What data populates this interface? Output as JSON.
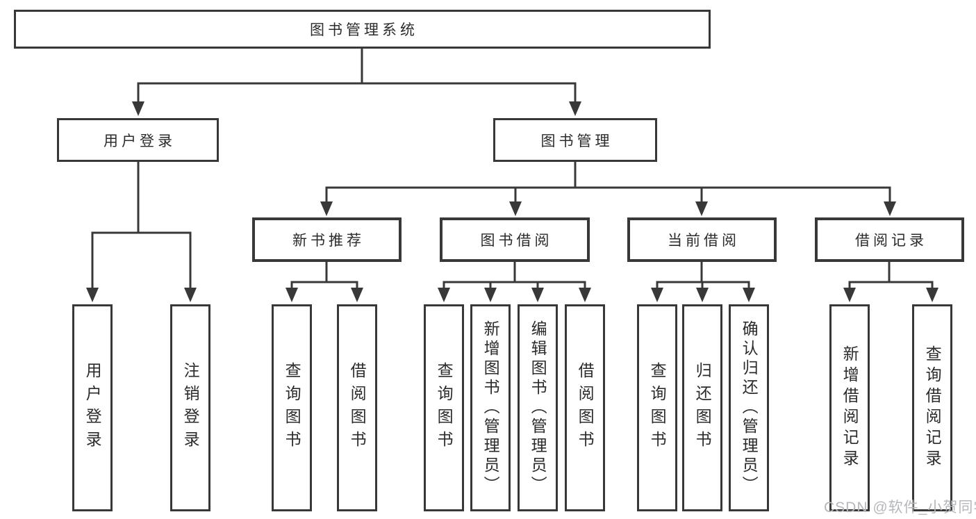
{
  "diagram": {
    "title": "图书管理系统",
    "branches": {
      "user_login": {
        "label": "用户登录",
        "children": [
          "用户登录",
          "注销登录"
        ]
      },
      "book_mgmt": {
        "label": "图书管理"
      }
    },
    "sections": {
      "new_books": {
        "label": "新书推荐",
        "children": [
          "查询图书",
          "借阅图书"
        ]
      },
      "book_borrow": {
        "label": "图书借阅",
        "children": [
          "查询图书",
          "新增图书（管理员）",
          "编辑图书（管理员）",
          "借阅图书"
        ]
      },
      "current_borrow": {
        "label": "当前借阅",
        "children": [
          "查询图书",
          "归还图书",
          "确认归还（管理员）"
        ]
      },
      "borrow_records": {
        "label": "借阅记录",
        "children": [
          "新增借阅记录",
          "查询借阅记录"
        ]
      }
    },
    "watermark": "CSDN @软件_小贺同学"
  },
  "colors": {
    "border": "#383838",
    "text": "#2b2b2b",
    "watermark": "#b4b7bb",
    "background": "#ffffff"
  }
}
